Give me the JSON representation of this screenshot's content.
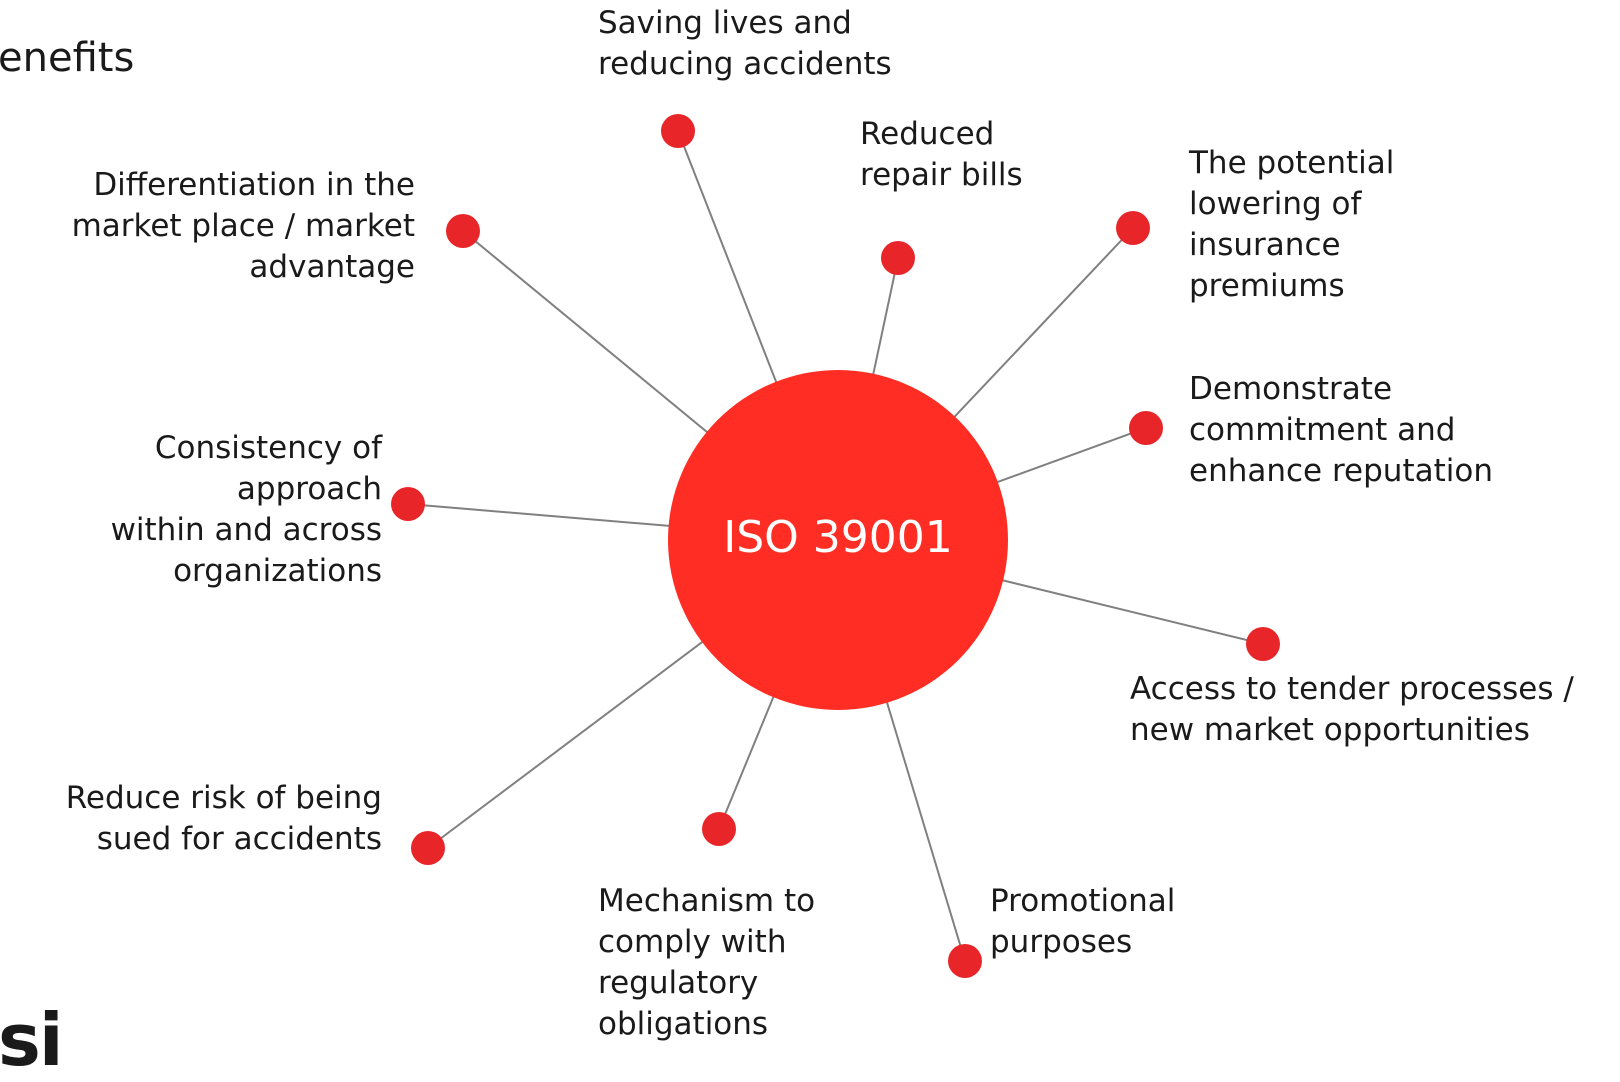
{
  "page": {
    "title": "enefits",
    "logo_text": "si"
  },
  "hub": {
    "label": "ISO 39001",
    "color": "#ff2d23"
  },
  "node_color": "#e8262a",
  "line_color": "#808080",
  "benefits": [
    {
      "id": "saving-lives",
      "text": "Saving lives and\nreducing accidents"
    },
    {
      "id": "repair-bills",
      "text": "Reduced\nrepair bills"
    },
    {
      "id": "insurance",
      "text": "The potential\nlowering of\ninsurance\npremiums"
    },
    {
      "id": "reputation",
      "text": "Demonstrate\ncommitment and\nenhance reputation"
    },
    {
      "id": "tender",
      "text": "Access to tender processes /\nnew market opportunities"
    },
    {
      "id": "promotional",
      "text": "Promotional\npurposes"
    },
    {
      "id": "regulatory",
      "text": "Mechanism to\ncomply with\nregulatory\nobligations"
    },
    {
      "id": "sued",
      "text": "Reduce risk of being\nsued for accidents"
    },
    {
      "id": "consistency",
      "text": "Consistency of approach\nwithin and across\norganizations"
    },
    {
      "id": "differentiation",
      "text": "Differentiation in the\nmarket place / market\nadvantage"
    }
  ]
}
